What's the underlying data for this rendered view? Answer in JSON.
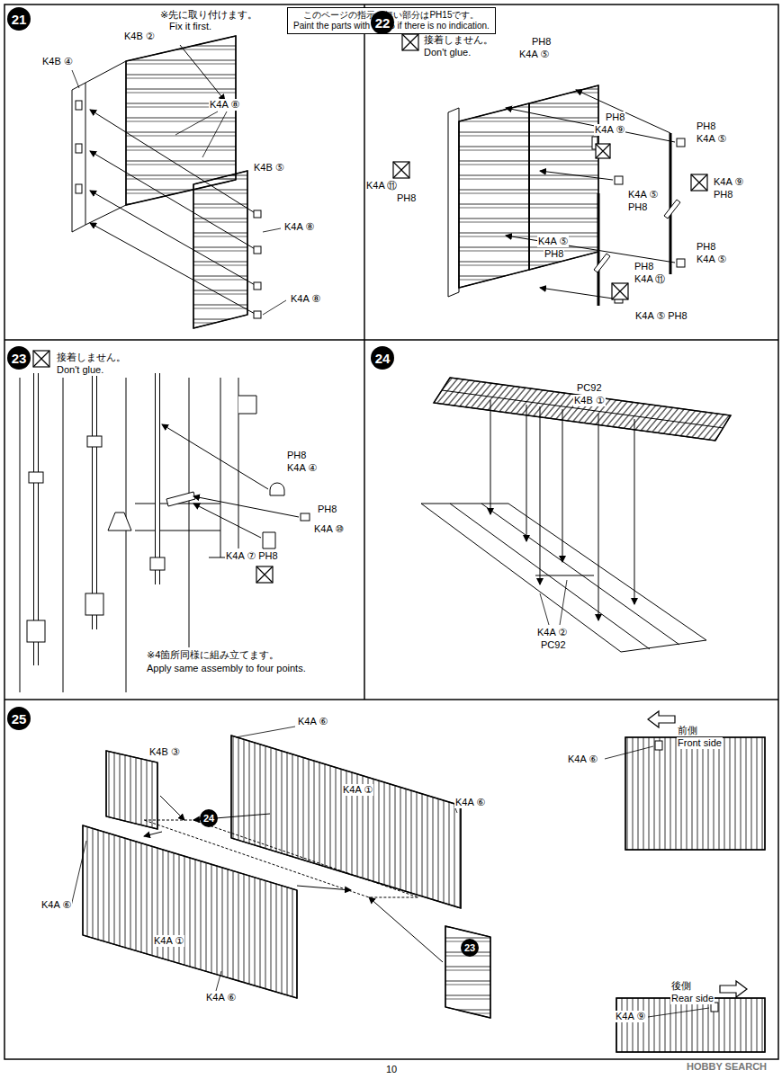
{
  "diagram": {
    "nodes": [
      {
        "text": [
          "21"
        ]
      },
      {
        "text": [
          "このページの指示の無い部分はPH15です。",
          "Paint the parts with PH15 if there is no indication."
        ]
      },
      {
        "text": [
          "22"
        ]
      },
      {
        "text": [
          "23"
        ]
      },
      {
        "text": [
          "24"
        ]
      },
      {
        "text": [
          "25"
        ]
      },
      {
        "text": [
          "24"
        ]
      },
      {
        "text": [
          "23"
        ]
      }
    ],
    "labels": [
      "※先に取り付けます。",
      "Fix it first.",
      "K4B ②",
      "K4B ④",
      "K4A ⑧",
      "K4B ⑤",
      "K4A ⑧",
      "K4A ⑧",
      "接着しません。",
      "Don't glue.",
      "PH8",
      "K4A ⑤",
      "PH8",
      "K4A ⑨",
      "K4A ⑤",
      "PH8",
      "PH8",
      "K4A ⑤",
      "K4A ⑨",
      "PH8",
      "K4A ⑪",
      "PH8",
      "K4A ⑤",
      "PH8",
      "PH8",
      "K4A ⑤",
      "PH8",
      "K4A ⑪",
      "K4A ⑤ PH8",
      "接着しません。",
      "Don't glue.",
      "PH8",
      "K4A ④",
      "PH8",
      "K4A ⑩",
      "K4A ⑦ PH8",
      "※4箇所同様に組み立てます。",
      "Apply same assembly to four points.",
      "PC92",
      "K4B ①",
      "K4A ②",
      "PC92",
      "K4B ③",
      "K4A ⑥",
      "K4A ①",
      "K4A ⑥",
      "K4A ⑥",
      "K4A ①",
      "K4A ⑥",
      "前側",
      "Front side",
      "K4A ⑥",
      "後側",
      "Rear side",
      "K4A ⑨",
      "10",
      "HOBBY SEARCH"
    ]
  }
}
